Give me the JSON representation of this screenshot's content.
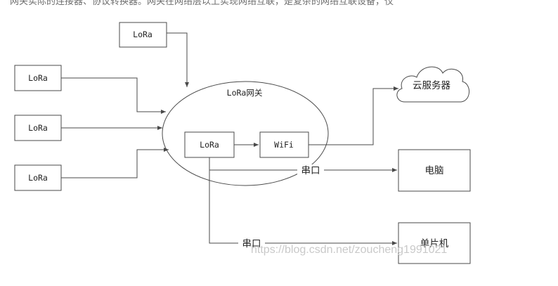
{
  "header_text": "网关实际的连接器、协议转换器。网关在网络层以上实现网络互联，是复杂的网络互联设备，仅",
  "nodes": {
    "lora_top": "LoRa",
    "lora_left_1": "LoRa",
    "lora_left_2": "LoRa",
    "lora_left_3": "LoRa",
    "gateway": "LoRa网关",
    "gateway_lora": "LoRa",
    "gateway_wifi": "WiFi",
    "cloud": "云服务器",
    "pc": "电脑",
    "mcu": "单片机"
  },
  "edges": {
    "serial_pc": "串口",
    "serial_mcu": "串口"
  },
  "watermark": "https://blog.csdn.net/zoucheng1991021"
}
